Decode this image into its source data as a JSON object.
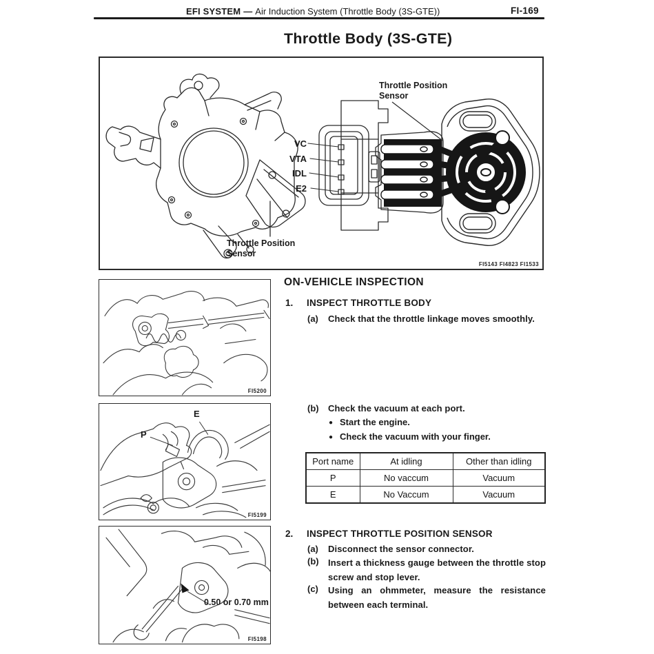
{
  "colors": {
    "ink": "#1a1a1a",
    "line_art": "#2a2a2a",
    "background": "#ffffff"
  },
  "header": {
    "section": "EFI SYSTEM",
    "separator": "—",
    "subtitle": "Air Induction System (Throttle Body (3S-GTE))",
    "page_number": "FI-169"
  },
  "title": "Throttle Body (3S-GTE)",
  "main_figure": {
    "label_top": "Throttle Position Sensor",
    "label_bottom": "Throttle Position Sensor",
    "pins": [
      "VC",
      "VTA",
      "IDL",
      "E2"
    ],
    "figure_code": "FI5143 FI4823 FI1533"
  },
  "inspection": {
    "heading": "ON-VEHICLE INSPECTION",
    "step1": {
      "number": "1.",
      "title": "INSPECT THROTTLE BODY",
      "sub_a": {
        "label": "(a)",
        "text": "Check that the throttle linkage moves smoothly."
      },
      "sub_b": {
        "label": "(b)",
        "text": "Check the vacuum at each port."
      },
      "bullet_icon": "●",
      "bullets": [
        "Start the engine.",
        "Check the vacuum with your finger."
      ]
    },
    "vacuum_table": {
      "headers": [
        "Port name",
        "At idling",
        "Other than idling"
      ],
      "rows": [
        [
          "P",
          "No vaccum",
          "Vacuum"
        ],
        [
          "E",
          "No Vaccum",
          "Vacuum"
        ]
      ]
    },
    "step2": {
      "number": "2.",
      "title": "INSPECT THROTTLE POSITION SENSOR",
      "subs": [
        {
          "label": "(a)",
          "text": "Disconnect the sensor connector."
        },
        {
          "label": "(b)",
          "text": "Insert a thickness gauge between the throttle stop screw and stop lever."
        },
        {
          "label": "(c)",
          "text": "Using an ohmmeter, measure the resistance between each terminal."
        }
      ]
    }
  },
  "figures": {
    "fig1": {
      "code": "FI5200"
    },
    "fig2": {
      "code": "FI5199",
      "label_e": "E",
      "label_p": "P"
    },
    "fig3": {
      "code": "FI5198",
      "measurement": "0.50 or 0.70 mm"
    }
  }
}
